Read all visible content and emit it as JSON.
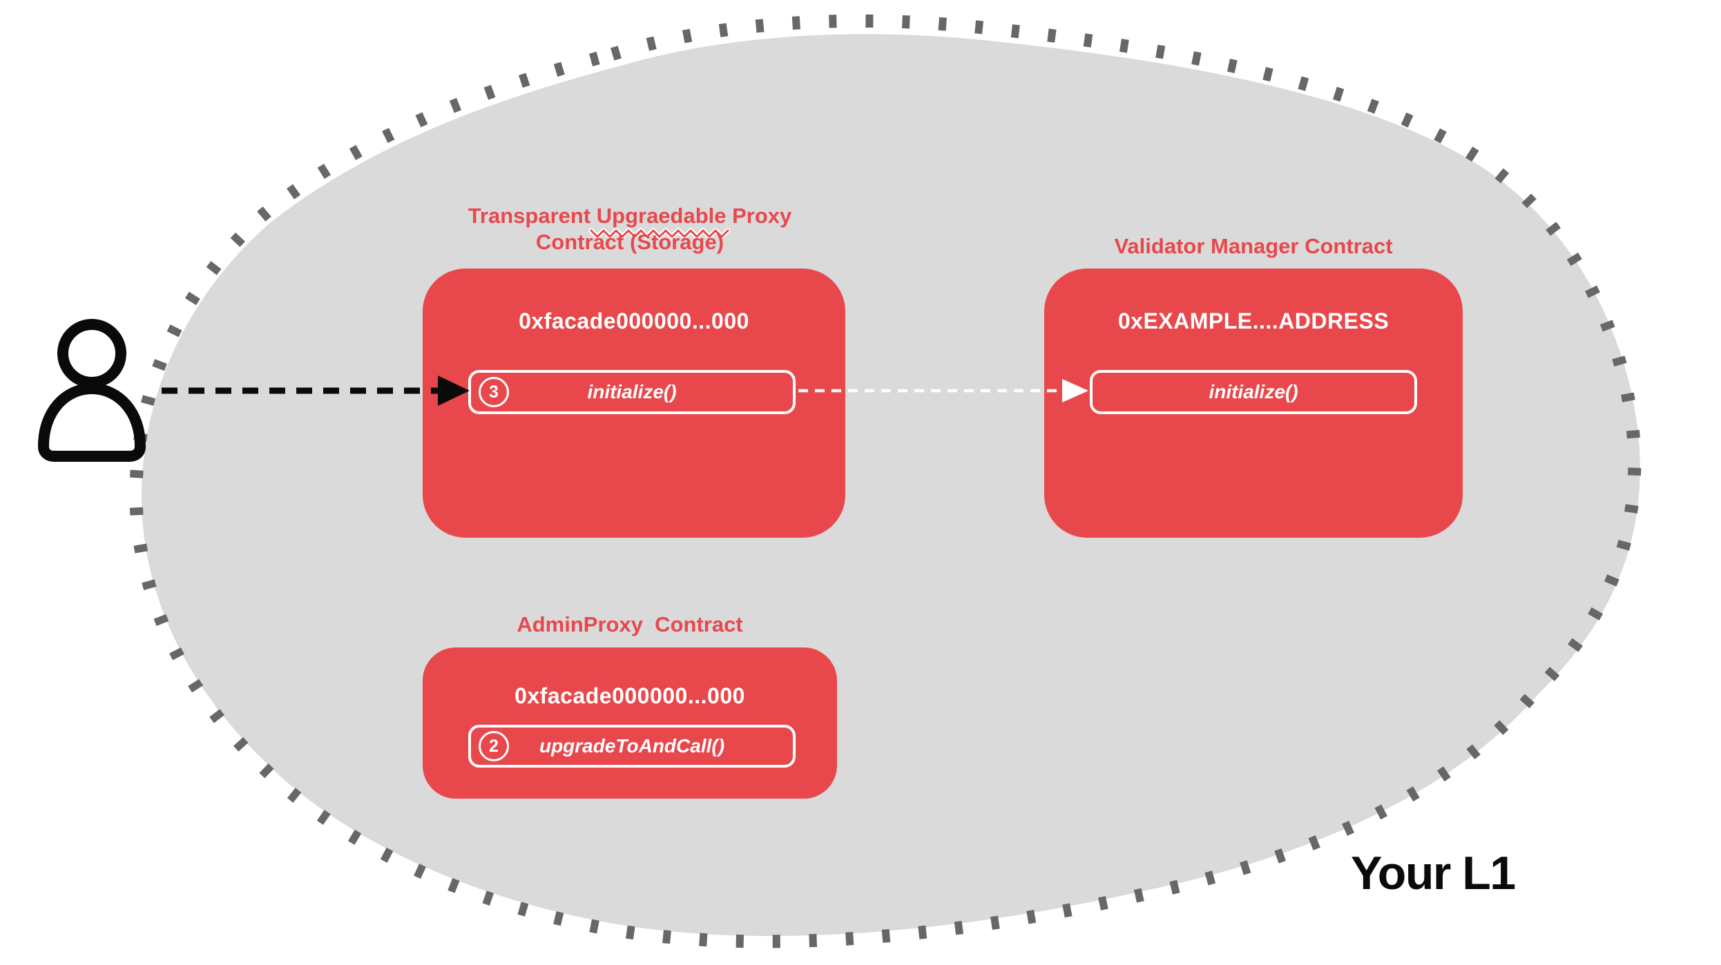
{
  "colors": {
    "box_red": "#e8484c",
    "title_red": "#e8484c",
    "blob_gray": "#dadada",
    "border_dot_gray": "#676767",
    "text_white": "#ffffff",
    "ink_black": "#0a0a0a"
  },
  "region": {
    "label": "Your L1"
  },
  "actor": {
    "icon": "person-icon"
  },
  "contracts": {
    "proxy": {
      "title": "Transparent Upgraedable Proxy\nContract (Storage)",
      "address": "0xfacade000000...000",
      "method": {
        "step": "3",
        "label": "initialize()"
      }
    },
    "validator": {
      "title": "Validator Manager Contract",
      "address": "0xEXAMPLE....ADDRESS",
      "method": {
        "label": "initialize()"
      }
    },
    "admin": {
      "title": "AdminProxy  Contract",
      "address": "0xfacade000000...000",
      "method": {
        "step": "2",
        "label": "upgradeToAndCall()"
      }
    }
  },
  "arrows": {
    "user_to_proxy": {
      "style": "black-dashed"
    },
    "proxy_to_validator": {
      "style": "white-dashed"
    }
  }
}
